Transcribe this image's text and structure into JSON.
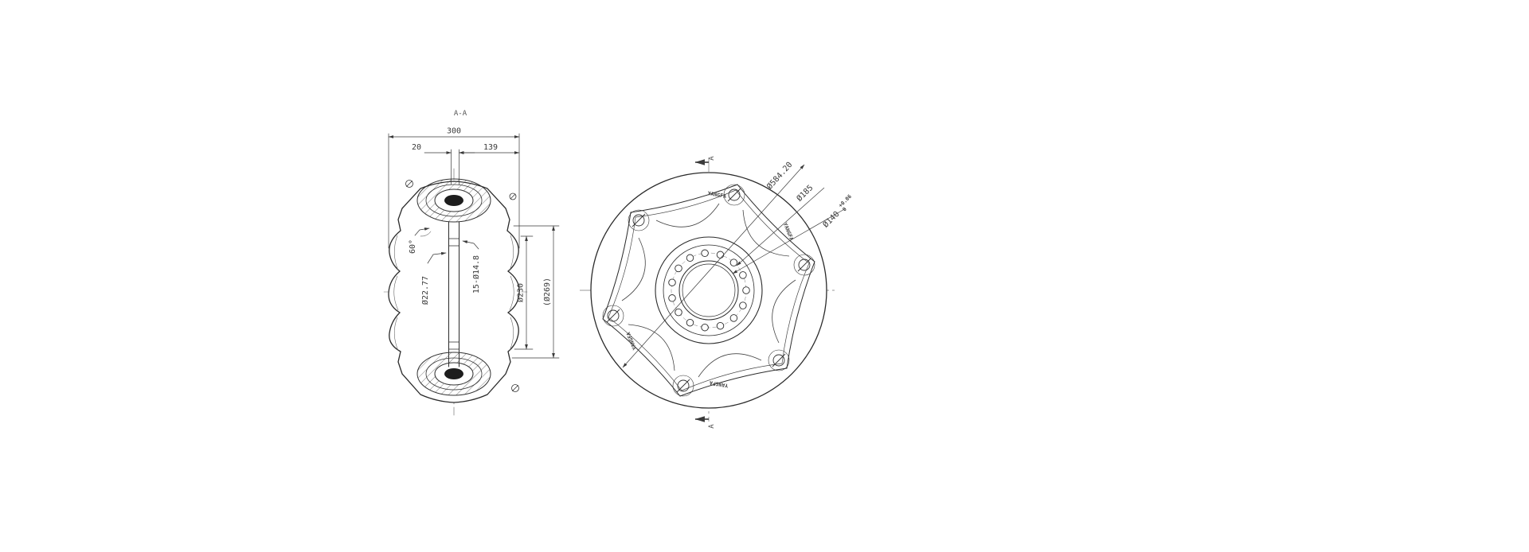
{
  "drawing": {
    "title": "A-A",
    "section_view": {
      "dim_300": "300",
      "dim_20": "20",
      "dim_139": "139",
      "dim_angle_60": "60°",
      "dim_bore": "Ø22.77",
      "dim_holes": "15-Ø14.8",
      "dim_230": "Ø230",
      "dim_269": "(Ø269)"
    },
    "front_view": {
      "section_letter_top": "A",
      "section_letter_bottom": "A",
      "dim_outer_diameter": "Ø584.20",
      "dim_bolt_circle": "Ø185",
      "dim_center_bore": "Ø140",
      "tol_upper": "+0.06",
      "tol_lower": "0",
      "brand": "YANGFA"
    }
  }
}
